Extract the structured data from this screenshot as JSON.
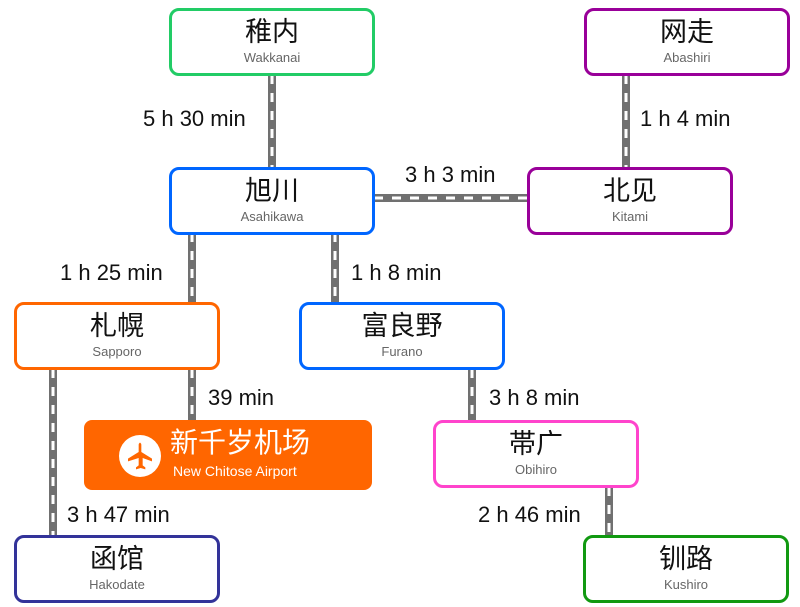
{
  "colors": {
    "wakkanai": "#22cc66",
    "abashiri": "#990099",
    "asahikawa": "#0066ff",
    "kitami": "#990099",
    "sapporo": "#ff6600",
    "furano": "#0066ff",
    "obihiro": "#ff44cc",
    "hakodate": "#333399",
    "kushiro": "#119911",
    "airport": "#ff6600",
    "track": "#707070"
  },
  "stations": {
    "wakkanai": {
      "zh": "稚内",
      "en": "Wakkanai"
    },
    "abashiri": {
      "zh": "网走",
      "en": "Abashiri"
    },
    "asahikawa": {
      "zh": "旭川",
      "en": "Asahikawa"
    },
    "kitami": {
      "zh": "北见",
      "en": "Kitami"
    },
    "sapporo": {
      "zh": "札幌",
      "en": "Sapporo"
    },
    "furano": {
      "zh": "富良野",
      "en": "Furano"
    },
    "obihiro": {
      "zh": "帯广",
      "en": "Obihiro"
    },
    "hakodate": {
      "zh": "函馆",
      "en": "Hakodate"
    },
    "kushiro": {
      "zh": "钏路",
      "en": "Kushiro"
    }
  },
  "airport": {
    "zh": "新千岁机场",
    "en": "New Chitose Airport",
    "icon": "airplane-icon"
  },
  "times": {
    "wakkanai_asahikawa": "5 h 30 min",
    "abashiri_kitami": "1 h 4 min",
    "asahikawa_kitami": "3 h 3 min",
    "asahikawa_sapporo": "1 h 25 min",
    "asahikawa_furano": "1 h 8 min",
    "sapporo_airport": "39 min",
    "furano_obihiro": "3 h 8 min",
    "sapporo_hakodate": "3 h 47 min",
    "obihiro_kushiro": "2 h 46 min"
  }
}
